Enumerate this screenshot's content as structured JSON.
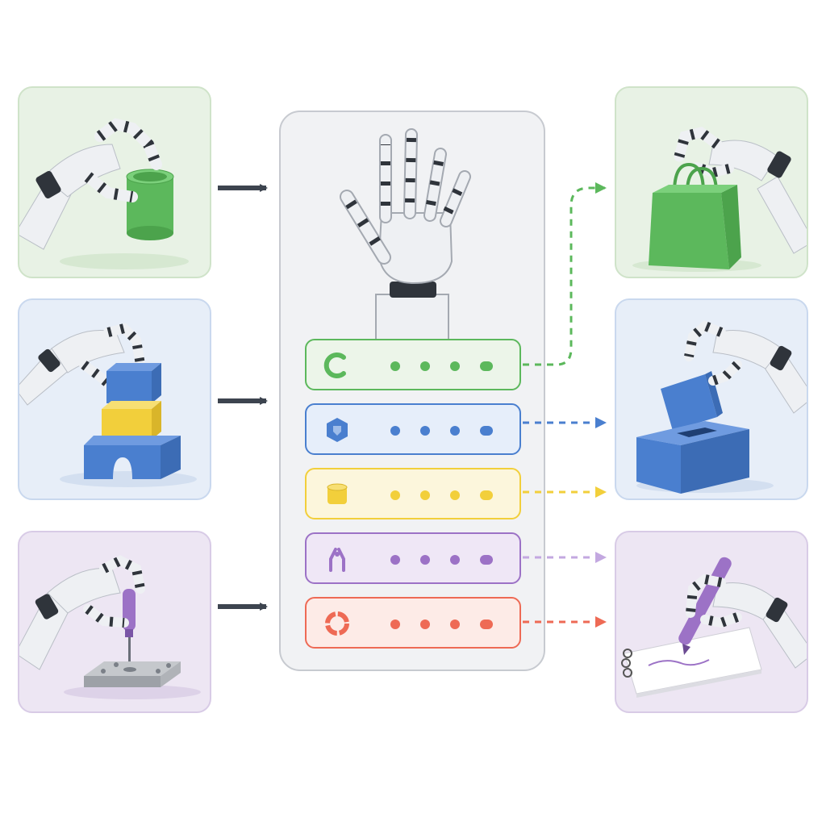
{
  "colors": {
    "green": "#5cb85c",
    "blue": "#4a7fcf",
    "yellow": "#f2cf3b",
    "purple": "#9c72c6",
    "red": "#ee6a55",
    "arrow": "#3d444f",
    "robot_white": "#eef0f3",
    "robot_dark": "#2f343b"
  },
  "input_tasks": [
    {
      "id": "grasp-cylinder",
      "color": "green",
      "icon": "cylinder-grasp-icon"
    },
    {
      "id": "stack-blocks",
      "color": "blue",
      "icon": "block-stacking-icon"
    },
    {
      "id": "screwdriver-tool",
      "color": "purple",
      "icon": "screwdriver-icon"
    }
  ],
  "skill_rows": [
    {
      "color": "green",
      "icon": "grasp-arc-icon",
      "dots": 4
    },
    {
      "color": "blue",
      "icon": "shield-hex-icon",
      "dots": 4
    },
    {
      "color": "yellow",
      "icon": "cylinder-icon",
      "dots": 4
    },
    {
      "color": "purple",
      "icon": "gripper-fingers-icon",
      "dots": 4
    },
    {
      "color": "red",
      "icon": "ring-icon",
      "dots": 4
    }
  ],
  "output_tasks": [
    {
      "id": "carry-bag",
      "color": "green",
      "icon": "shopping-bag-icon"
    },
    {
      "id": "insert-block",
      "color": "blue",
      "icon": "shape-sorter-icon"
    },
    {
      "id": "write-pen",
      "color": "purple",
      "icon": "pen-writing-icon"
    }
  ]
}
